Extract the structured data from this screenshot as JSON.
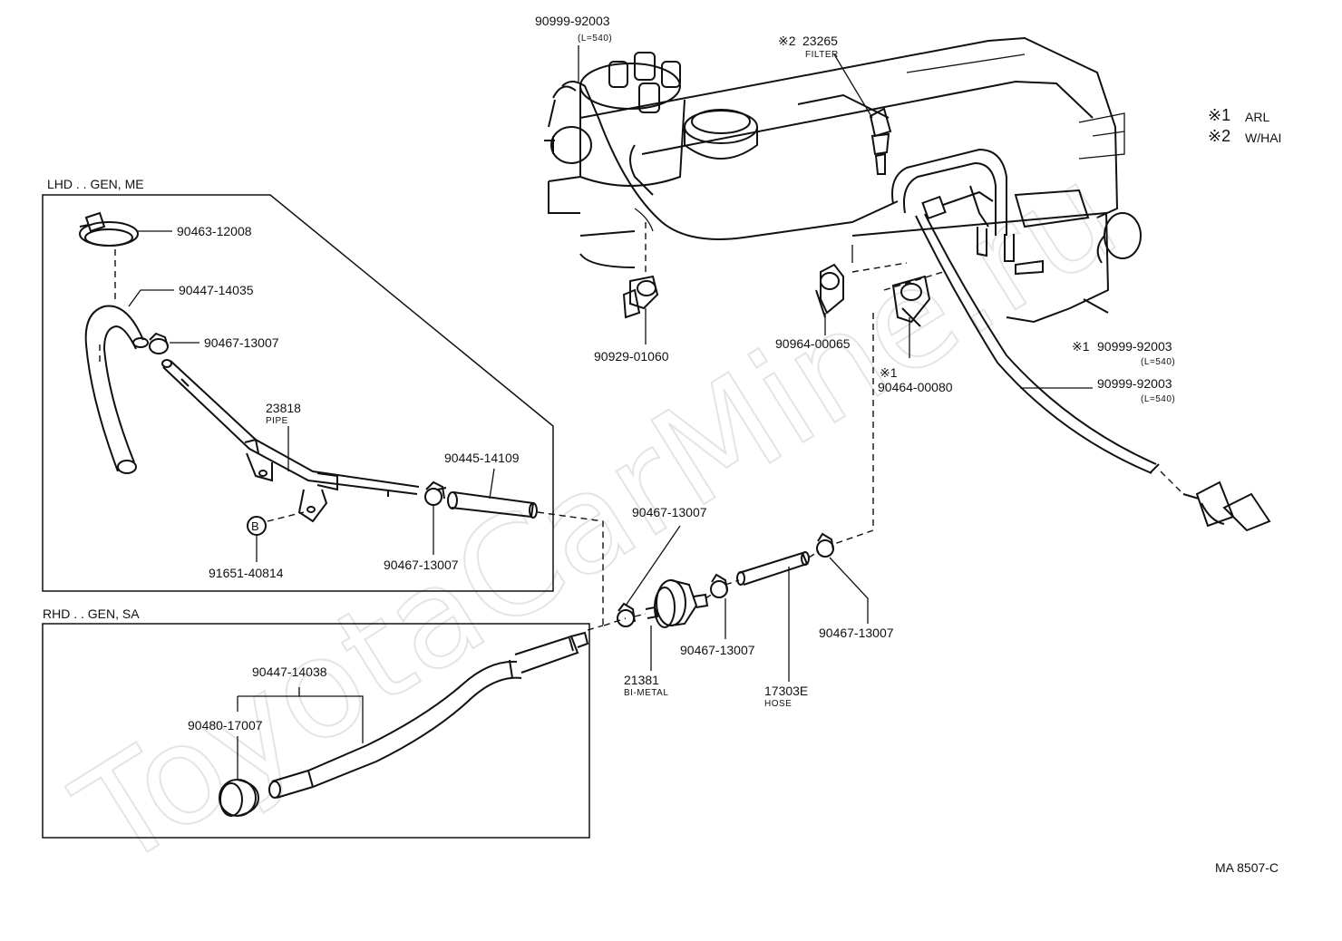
{
  "legend": {
    "note1_mark": "※1",
    "note1_text": "ARL",
    "note2_mark": "※2",
    "note2_text": "W/HAI"
  },
  "sections": {
    "lhd_title": "LHD . . GEN, ME",
    "rhd_title": "RHD . . GEN, SA"
  },
  "parts": {
    "tube_top": "90999-92003",
    "tube_top_len": "(L=540)",
    "filter_mark": "※2",
    "filter_no": "23265",
    "filter_name": "FILTER",
    "clamp_left": "90929-01060",
    "clamp_mid": "90964-00065",
    "clamp_right_mark": "※1",
    "clamp_right": "90464-00080",
    "tube_arl_mark": "※1",
    "tube_arl": "90999-92003",
    "tube_arl_len": "(L=540)",
    "tube_main": "90999-92003",
    "tube_main_len": "(L=540)",
    "lhd_clamp": "90463-12008",
    "lhd_hose": "90447-14035",
    "lhd_clip1": "90467-13007",
    "pipe_no": "23818",
    "pipe_name": "PIPE",
    "lhd_hose2": "90445-14109",
    "bolt_marker": "B",
    "bolt": "91651-40814",
    "lhd_clip2": "90467-13007",
    "clip_a": "90467-13007",
    "clip_b": "90467-13007",
    "clip_c": "90467-13007",
    "bimetal_no": "21381",
    "bimetal_name": "BI-METAL",
    "hose_no": "17303E",
    "hose_name": "HOSE",
    "rhd_hose": "90447-14038",
    "rhd_grommet": "90480-17007"
  },
  "figure_code": "MA 8507-C",
  "watermark": "ToyotaCarMine.ru",
  "colors": {
    "ink": "#111111",
    "watermark": "#e4e4e4",
    "background": "#ffffff"
  }
}
